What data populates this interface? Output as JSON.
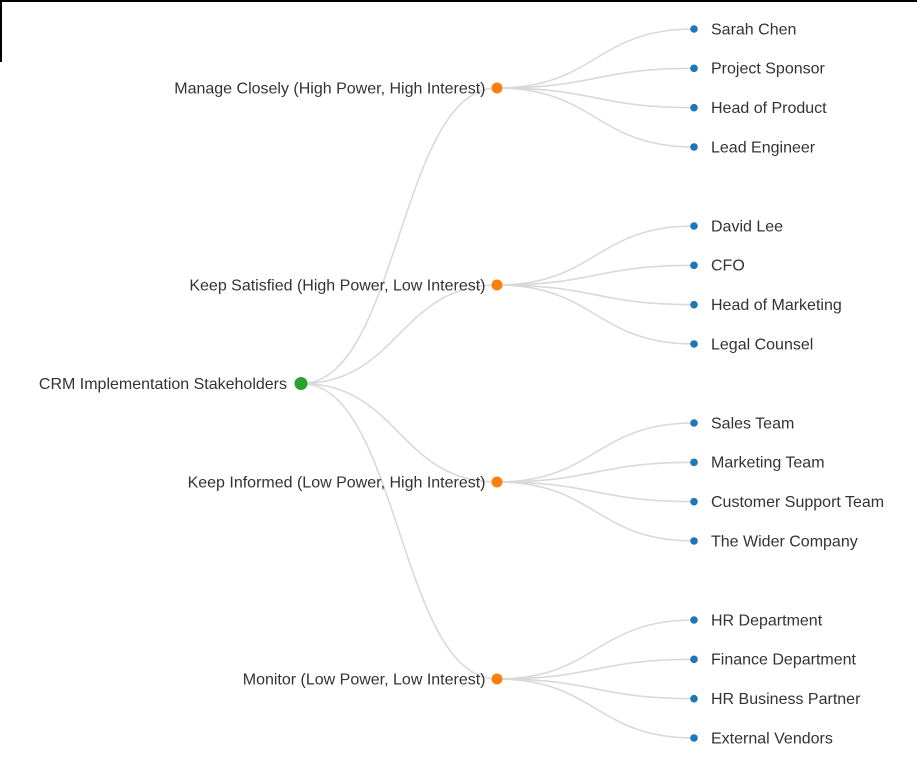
{
  "window": {
    "background": "#ffffff",
    "top_border_color": "#000000"
  },
  "chart_data": {
    "type": "tree",
    "layout": "horizontal-left-to-right",
    "root": "CRM Implementation Stakeholders",
    "branches": [
      {
        "label": "Manage Closely (High Power, High Interest)",
        "children": [
          "Sarah Chen",
          "Project Sponsor",
          "Head of Product",
          "Lead Engineer"
        ]
      },
      {
        "label": "Keep Satisfied (High Power, Low Interest)",
        "children": [
          "David Lee",
          "CFO",
          "Head of Marketing",
          "Legal Counsel"
        ]
      },
      {
        "label": "Keep Informed (Low Power, High Interest)",
        "children": [
          "Sales Team",
          "Marketing Team",
          "Customer Support Team",
          "The Wider Company"
        ]
      },
      {
        "label": "Monitor (Low Power, Low Interest)",
        "children": [
          "HR Department",
          "Finance Department",
          "HR Business Partner",
          "External Vendors"
        ]
      }
    ],
    "colors": {
      "root_dot": "#2ca02c",
      "branch_dot": "#ff7f0e",
      "leaf_dot": "#1f77b4",
      "link": "#d9d9d9",
      "text": "#333333"
    }
  }
}
